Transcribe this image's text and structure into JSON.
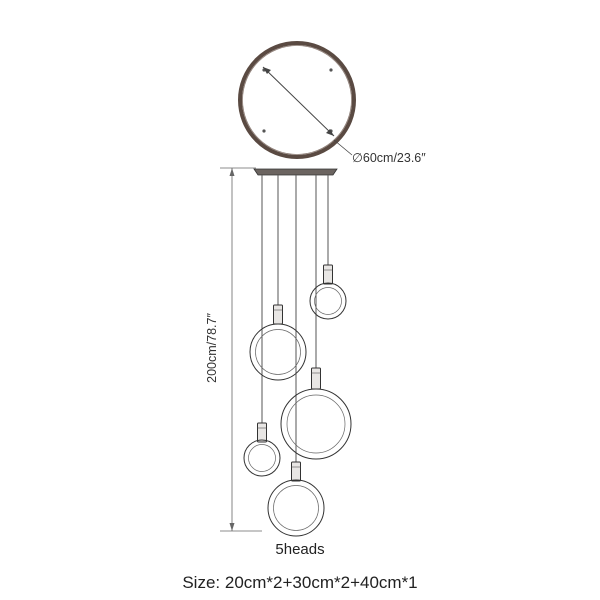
{
  "diameter_label": "∅60cm/23.6″",
  "height_label": "200cm/78.7″",
  "heads_label": "5heads",
  "size_label": "Size: 20cm*2+30cm*2+40cm*1"
}
